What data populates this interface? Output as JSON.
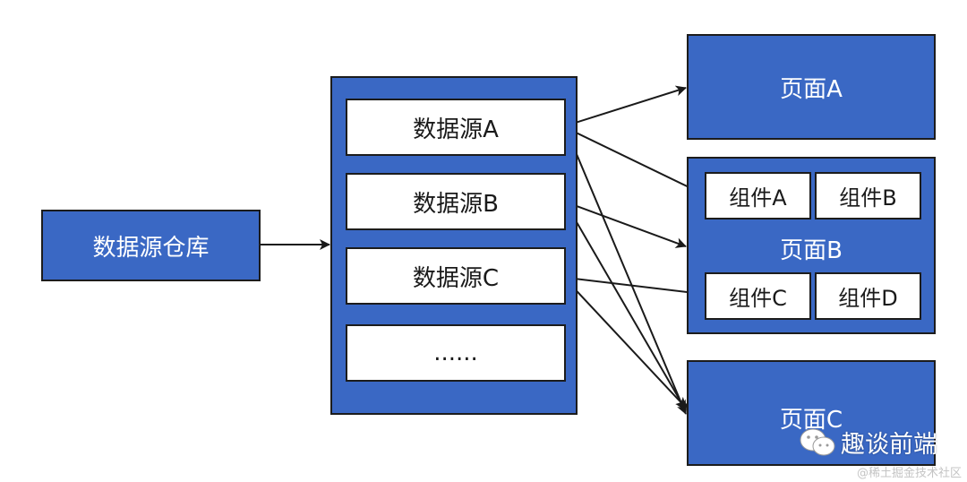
{
  "warehouse": {
    "label": "数据源仓库"
  },
  "sources": [
    {
      "label": "数据源A"
    },
    {
      "label": "数据源B"
    },
    {
      "label": "数据源C"
    },
    {
      "label": "......"
    }
  ],
  "pages": {
    "a": {
      "label": "页面A"
    },
    "b": {
      "label": "页面B",
      "components": [
        {
          "label": "组件A"
        },
        {
          "label": "组件B"
        },
        {
          "label": "组件C"
        },
        {
          "label": "组件D"
        }
      ]
    },
    "c": {
      "label": "页面C"
    }
  },
  "watermark": {
    "main": "趣谈前端",
    "sub": "@稀土掘金技术社区",
    "icon": "wechat-bubbles-icon"
  },
  "colors": {
    "box_fill": "#3a68c4",
    "border": "#1c1c1c",
    "arrow": "#1a1a1a"
  }
}
